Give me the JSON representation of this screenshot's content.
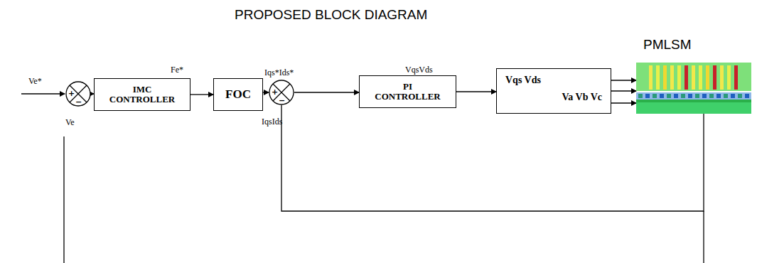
{
  "diagram": {
    "title": "PROPOSED BLOCK DIAGRAM",
    "nodes": [
      {
        "text": [
          "+",
          "−"
        ]
      },
      {
        "text": [
          "IMC CONTROLLER"
        ]
      },
      {
        "text": [
          "FOC"
        ]
      },
      {
        "text": [
          "+",
          "−"
        ]
      },
      {
        "text": [
          "PI CONTROLLER"
        ]
      },
      {
        "text": [
          "Vqs Vds",
          "Va Vb Vc"
        ]
      },
      {
        "text": [
          "PMLSM"
        ]
      }
    ],
    "edges": [
      {
        "from": 0,
        "to": 1,
        "arrow": "to"
      },
      {
        "from": 1,
        "to": 2,
        "arrow": "to"
      },
      {
        "from": 2,
        "to": 3,
        "arrow": "to"
      },
      {
        "from": 3,
        "to": 4,
        "arrow": "to"
      },
      {
        "from": 4,
        "to": 5,
        "arrow": "to"
      },
      {
        "from": 5,
        "to": 6,
        "arrow": "to"
      },
      {
        "from": 5,
        "to": 6,
        "arrow": "to"
      },
      {
        "from": 5,
        "to": 6,
        "arrow": "to"
      },
      {
        "from": 6,
        "to": 3,
        "arrow": "none"
      }
    ],
    "labels": [
      "Ve*",
      "Ve",
      "Fe*",
      "Iqs*Ids*",
      "IqsIds",
      "VqsVds"
    ]
  }
}
